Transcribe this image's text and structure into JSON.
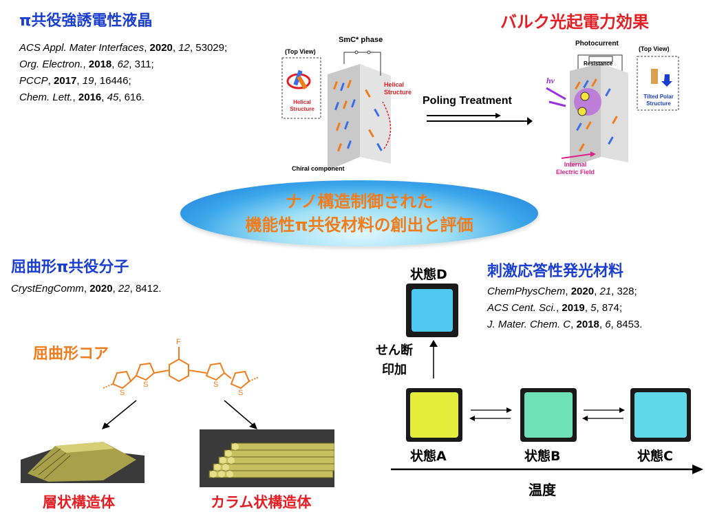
{
  "sections": {
    "top_left_title": "π共役強誘電性液晶",
    "top_right_title": "バルク光起電力効果",
    "middle_left_title": "屈曲形π共役分子",
    "middle_right_title": "刺激応答性発光材料",
    "core_label": "屈曲形コア"
  },
  "references_top_left": [
    {
      "journal": "ACS Appl. Mater Interfaces",
      "year": "2020",
      "volume": "12",
      "page": ", 53029;"
    },
    {
      "journal": "Org. Electron.",
      "year": "2018",
      "volume": "62",
      "page": ", 311;"
    },
    {
      "journal": "PCCP",
      "year": "2017",
      "volume": "19",
      "page": ", 16446;"
    },
    {
      "journal": "Chem. Lett.",
      "year": "2016",
      "volume": "45",
      "page": ", 616."
    }
  ],
  "references_middle_left": [
    {
      "journal": "CrystEngComm",
      "year": "2020",
      "volume": "22",
      "page": ", 8412."
    }
  ],
  "references_middle_right": [
    {
      "journal": "ChemPhysChem",
      "year": "2020",
      "volume": "21",
      "page": ", 328;"
    },
    {
      "journal": "ACS Cent. Sci.",
      "year": "2019",
      "volume": "5",
      "page": ", 874;"
    },
    {
      "journal": "J. Mater. Chem. C",
      "year": "2018",
      "volume": "6",
      "page": ", 8453."
    }
  ],
  "center_banner": {
    "line1": "ナノ構造制御された",
    "line2": "機能性π共役材料の創出と評価"
  },
  "lc_diagram": {
    "phase": "SmC* phase",
    "top_view": "(Top View)",
    "helical_structure_a": "Helical",
    "helical_structure_b": "Structure",
    "chiral_component": "Chiral component"
  },
  "poling": {
    "label": "Poling Treatment"
  },
  "pv_diagram": {
    "photocurrent": "Photocurrent",
    "resistance": "Resistance",
    "top_view": "(Top View)",
    "hv": "hν",
    "internal_field_a": "Internal",
    "internal_field_b": "Electric Field",
    "tilted_a": "Tilted Polar",
    "tilted_b": "Structure"
  },
  "structures": {
    "layered": "層状構造体",
    "columnar": "カラム状構造体"
  },
  "molecule": {
    "fluorine": "F",
    "sulfur": "S"
  },
  "states": {
    "a": "状態A",
    "b": "状態B",
    "c": "状態C",
    "d": "状態D",
    "shear_line1": "せん断",
    "shear_line2": "印加",
    "temperature": "温度"
  },
  "colors": {
    "blue_title": "#1a3fd0",
    "red_title": "#e31e24",
    "orange": "#f07c1c",
    "state_a": "#e4ec3c",
    "state_b": "#6fe0b8",
    "state_c": "#5fd8ea",
    "state_d": "#4ec8f0"
  }
}
